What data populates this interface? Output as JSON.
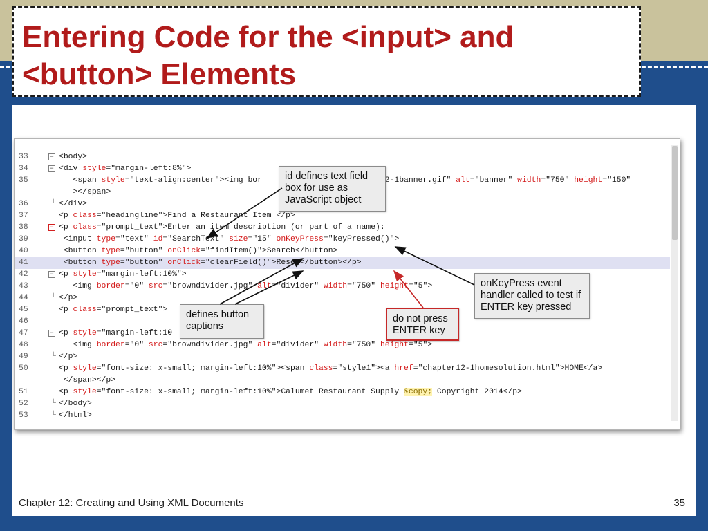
{
  "slide": {
    "title": "Entering Code for the <input> and <button> Elements",
    "footer_left": "Chapter 12: Creating and Using XML Documents",
    "page_number": "35"
  },
  "code_lines": [
    {
      "n": "33",
      "fold": "minus",
      "segs": [
        [
          "tag",
          "<body>"
        ]
      ]
    },
    {
      "n": "34",
      "fold": "minus",
      "segs": [
        [
          "tag",
          "<div "
        ],
        [
          "attr",
          "style"
        ],
        [
          "tag",
          "="
        ],
        [
          "val",
          "\"margin-left:8%\""
        ],
        [
          "tag",
          ">"
        ]
      ]
    },
    {
      "n": "35",
      "fold": "",
      "segs": [
        [
          "tag",
          "   <span "
        ],
        [
          "attr",
          "style"
        ],
        [
          "tag",
          "="
        ],
        [
          "val",
          "\"text-align:center\""
        ],
        [
          "tag",
          "><img bor"
        ],
        [
          "txt",
          "                         "
        ],
        [
          "val",
          "12-1banner.gif\""
        ],
        [
          "tag",
          " "
        ],
        [
          "attr",
          "alt"
        ],
        [
          "tag",
          "="
        ],
        [
          "val",
          "\"banner\""
        ],
        [
          "tag",
          " "
        ],
        [
          "attr",
          "width"
        ],
        [
          "tag",
          "="
        ],
        [
          "val",
          "\"750\""
        ],
        [
          "tag",
          " "
        ],
        [
          "attr",
          "height"
        ],
        [
          "tag",
          "="
        ],
        [
          "val",
          "\"150\""
        ]
      ]
    },
    {
      "n": "",
      "fold": "",
      "segs": [
        [
          "tag",
          "   ></span>"
        ]
      ]
    },
    {
      "n": "36",
      "fold": "end",
      "segs": [
        [
          "tag",
          "</div>"
        ]
      ]
    },
    {
      "n": "37",
      "fold": "",
      "segs": [
        [
          "tag",
          "<p "
        ],
        [
          "attr",
          "class"
        ],
        [
          "tag",
          "="
        ],
        [
          "val",
          "\"headingline\""
        ],
        [
          "tag",
          ">"
        ],
        [
          "txt",
          "Find a Restaurant Item "
        ],
        [
          "tag",
          "</p>"
        ]
      ]
    },
    {
      "n": "38",
      "fold": "red",
      "segs": [
        [
          "tag",
          "<p "
        ],
        [
          "attr",
          "class"
        ],
        [
          "tag",
          "="
        ],
        [
          "val",
          "\"prompt_text\""
        ],
        [
          "tag",
          ">"
        ],
        [
          "txt",
          "Enter an item description (or part of a name):"
        ]
      ]
    },
    {
      "n": "39",
      "fold": "",
      "segs": [
        [
          "tag",
          " <input "
        ],
        [
          "attr",
          "type"
        ],
        [
          "tag",
          "="
        ],
        [
          "val",
          "\"text\""
        ],
        [
          "tag",
          " "
        ],
        [
          "attr",
          "id"
        ],
        [
          "tag",
          "="
        ],
        [
          "val",
          "\"SearchText\""
        ],
        [
          "tag",
          " "
        ],
        [
          "attr",
          "size"
        ],
        [
          "tag",
          "="
        ],
        [
          "val",
          "\"15\""
        ],
        [
          "tag",
          " "
        ],
        [
          "attr",
          "onKeyPress"
        ],
        [
          "tag",
          "="
        ],
        [
          "val",
          "\"keyPressed()\""
        ],
        [
          "tag",
          ">"
        ]
      ]
    },
    {
      "n": "40",
      "fold": "",
      "segs": [
        [
          "tag",
          " <button "
        ],
        [
          "attr",
          "type"
        ],
        [
          "tag",
          "="
        ],
        [
          "val",
          "\"button\""
        ],
        [
          "tag",
          " "
        ],
        [
          "attr",
          "onClick"
        ],
        [
          "tag",
          "="
        ],
        [
          "val",
          "\"findItem()\""
        ],
        [
          "tag",
          ">"
        ],
        [
          "txt",
          "Search"
        ],
        [
          "tag",
          "</button>"
        ]
      ]
    },
    {
      "n": "41",
      "fold": "",
      "hl": true,
      "segs": [
        [
          "tag",
          " <button "
        ],
        [
          "attr",
          "type"
        ],
        [
          "tag",
          "="
        ],
        [
          "val",
          "\"button\""
        ],
        [
          "tag",
          " "
        ],
        [
          "attr",
          "onClick"
        ],
        [
          "tag",
          "="
        ],
        [
          "val",
          "\"clearField()\""
        ],
        [
          "tag",
          ">"
        ],
        [
          "txt",
          "Reset"
        ],
        [
          "tag",
          "</button></p>"
        ]
      ]
    },
    {
      "n": "42",
      "fold": "minus",
      "segs": [
        [
          "tag",
          "<p "
        ],
        [
          "attr",
          "style"
        ],
        [
          "tag",
          "="
        ],
        [
          "val",
          "\"margin-left:10%\""
        ],
        [
          "tag",
          ">"
        ]
      ]
    },
    {
      "n": "43",
      "fold": "",
      "segs": [
        [
          "tag",
          "   <img "
        ],
        [
          "attr",
          "border"
        ],
        [
          "tag",
          "="
        ],
        [
          "val",
          "\"0\""
        ],
        [
          "tag",
          " "
        ],
        [
          "attr",
          "src"
        ],
        [
          "tag",
          "="
        ],
        [
          "val",
          "\"browndivider.jpg\""
        ],
        [
          "tag",
          " "
        ],
        [
          "attr",
          "alt"
        ],
        [
          "tag",
          "="
        ],
        [
          "val",
          "\"divider\""
        ],
        [
          "tag",
          " "
        ],
        [
          "attr",
          "width"
        ],
        [
          "tag",
          "="
        ],
        [
          "val",
          "\"750\""
        ],
        [
          "tag",
          " "
        ],
        [
          "attr",
          "height"
        ],
        [
          "tag",
          "="
        ],
        [
          "val",
          "\"5\""
        ],
        [
          "tag",
          ">"
        ]
      ]
    },
    {
      "n": "44",
      "fold": "end",
      "segs": [
        [
          "tag",
          "</p>"
        ]
      ]
    },
    {
      "n": "45",
      "fold": "",
      "segs": [
        [
          "tag",
          "<p "
        ],
        [
          "attr",
          "class"
        ],
        [
          "tag",
          "="
        ],
        [
          "val",
          "\"prompt_text\""
        ],
        [
          "tag",
          ">"
        ]
      ]
    },
    {
      "n": "46",
      "fold": "",
      "segs": []
    },
    {
      "n": "47",
      "fold": "minus",
      "segs": [
        [
          "tag",
          "<p "
        ],
        [
          "attr",
          "style"
        ],
        [
          "tag",
          "="
        ],
        [
          "val",
          "\"margin-left:10"
        ]
      ]
    },
    {
      "n": "48",
      "fold": "",
      "segs": [
        [
          "tag",
          "   <img "
        ],
        [
          "attr",
          "border"
        ],
        [
          "tag",
          "="
        ],
        [
          "val",
          "\"0\""
        ],
        [
          "tag",
          " "
        ],
        [
          "attr",
          "src"
        ],
        [
          "tag",
          "="
        ],
        [
          "val",
          "\"browndivider.jpg\""
        ],
        [
          "tag",
          " "
        ],
        [
          "attr",
          "alt"
        ],
        [
          "tag",
          "="
        ],
        [
          "val",
          "\"divider\""
        ],
        [
          "tag",
          " "
        ],
        [
          "attr",
          "width"
        ],
        [
          "tag",
          "="
        ],
        [
          "val",
          "\"750\""
        ],
        [
          "tag",
          " "
        ],
        [
          "attr",
          "height"
        ],
        [
          "tag",
          "="
        ],
        [
          "val",
          "\"5\""
        ],
        [
          "tag",
          ">"
        ]
      ]
    },
    {
      "n": "49",
      "fold": "end",
      "segs": [
        [
          "tag",
          "</p>"
        ]
      ]
    },
    {
      "n": "50",
      "fold": "",
      "segs": [
        [
          "tag",
          "<p "
        ],
        [
          "attr",
          "style"
        ],
        [
          "tag",
          "="
        ],
        [
          "val",
          "\"font-size: x-small; margin-left:10%\""
        ],
        [
          "tag",
          "><span "
        ],
        [
          "attr",
          "class"
        ],
        [
          "tag",
          "="
        ],
        [
          "val",
          "\"style1\""
        ],
        [
          "tag",
          "><a "
        ],
        [
          "attr",
          "href"
        ],
        [
          "tag",
          "="
        ],
        [
          "val",
          "\"chapter12-1homesolution.html\""
        ],
        [
          "tag",
          ">"
        ],
        [
          "txt",
          "HOME"
        ],
        [
          "tag",
          "</a>"
        ]
      ]
    },
    {
      "n": "",
      "fold": "",
      "segs": [
        [
          "tag",
          " </span></p>"
        ]
      ]
    },
    {
      "n": "51",
      "fold": "",
      "segs": [
        [
          "tag",
          "<p "
        ],
        [
          "attr",
          "style"
        ],
        [
          "tag",
          "="
        ],
        [
          "val",
          "\"font-size: x-small; margin-left:10%\""
        ],
        [
          "tag",
          ">"
        ],
        [
          "txt",
          "Calumet Restaurant Supply "
        ],
        [
          "ent",
          "&copy;"
        ],
        [
          "txt",
          " Copyright 2014"
        ],
        [
          "tag",
          "</p>"
        ]
      ]
    },
    {
      "n": "52",
      "fold": "end",
      "segs": [
        [
          "tag",
          "</body>"
        ]
      ]
    },
    {
      "n": "53",
      "fold": "end",
      "segs": [
        [
          "tag",
          "</html>"
        ]
      ]
    }
  ],
  "callouts": {
    "id_text": "id defines text field box for use as JavaScript object",
    "captions_text": "defines button captions",
    "enter_text": "do not press ENTER key",
    "onkeypress_text": "onKeyPress event handler called to test if ENTER key pressed"
  },
  "colors": {
    "title_red": "#b11b1b",
    "slide_blue": "#1f4e8c",
    "tan": "#c9c29c",
    "callout_red": "#c62828"
  }
}
